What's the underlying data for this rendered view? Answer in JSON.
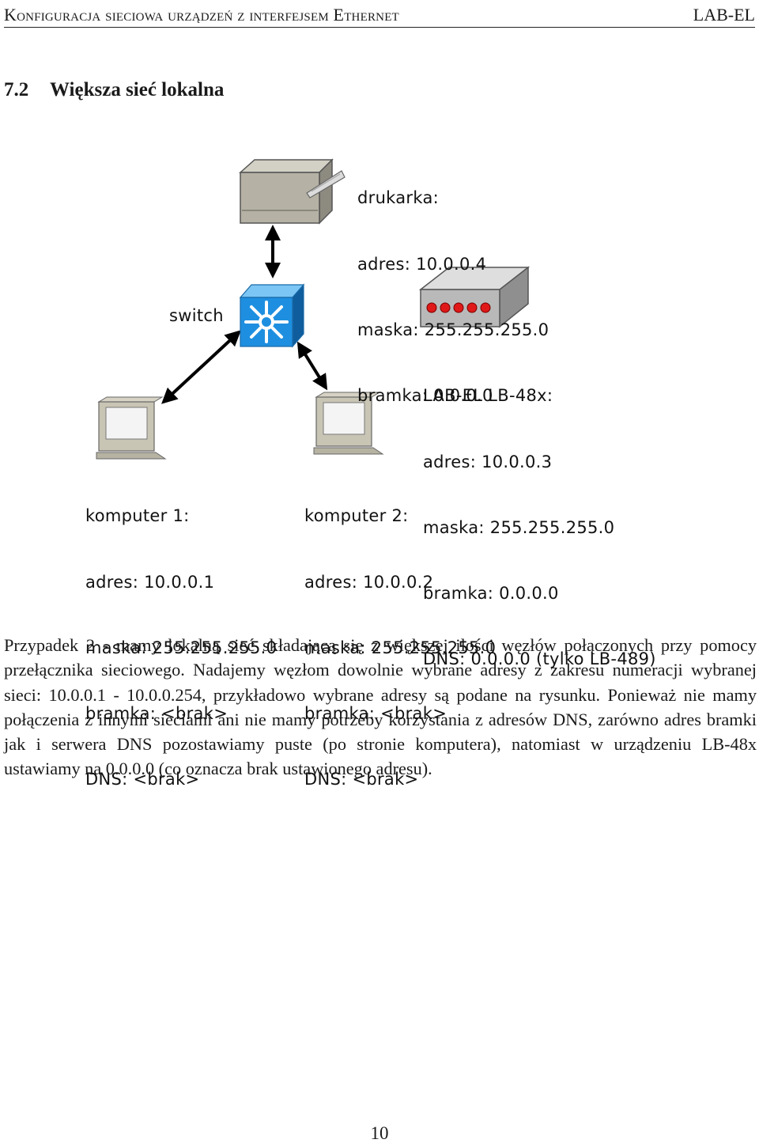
{
  "header": {
    "left": "Konfiguracja sieciowa urządzeń z interfejsem Ethernet",
    "right": "LAB-EL"
  },
  "section": {
    "number": "7.2",
    "title": "Większa sieć lokalna"
  },
  "figure": {
    "switch_label": "switch",
    "printer": [
      "drukarka:",
      "adres: 10.0.0.4",
      "maska: 255.255.255.0",
      "bramka: 0.0.0.0"
    ],
    "device": [
      "LAB-EL LB-48x:",
      "adres: 10.0.0.3",
      "maska: 255.255.255.0",
      "bramka: 0.0.0.0",
      "DNS: 0.0.0.0 (tylko LB-489)"
    ],
    "computer1": [
      "komputer 1:",
      "adres: 10.0.0.1",
      "maska: 255.255.255.0",
      "bramka: <brak>",
      "DNS: <brak>"
    ],
    "computer2": [
      "komputer 2:",
      "adres: 10.0.0.2",
      "maska: 255.255.255.0",
      "bramka: <brak>",
      "DNS: <brak>"
    ],
    "colors": {
      "switch": "#1e8fe0",
      "device_leds": "#e01818",
      "device_body": "#b9b9b9",
      "printer_body": "#b5b1a4"
    }
  },
  "paragraph": "Przypadek 2 - mamy lokalną sieć składającą się z większej ilości węzłów połączonych przy pomocy przełącznika sieciowego. Nadajemy węzłom dowolnie wybrane adresy z zakresu numeracji wybranej sieci: 10.0.0.1 - 10.0.0.254, przykładowo wybrane adresy są podane na rysunku. Ponieważ nie mamy połączenia z innymi sieciami ani nie mamy potrzeby korzystania z adresów DNS, zarówno adres bramki jak i serwera DNS pozostawiamy puste (po stronie komputera), natomiast w urządzeniu LB-48x ustawiamy na 0.0.0.0 (co oznacza brak ustawionego adresu).",
  "page_number": "10"
}
